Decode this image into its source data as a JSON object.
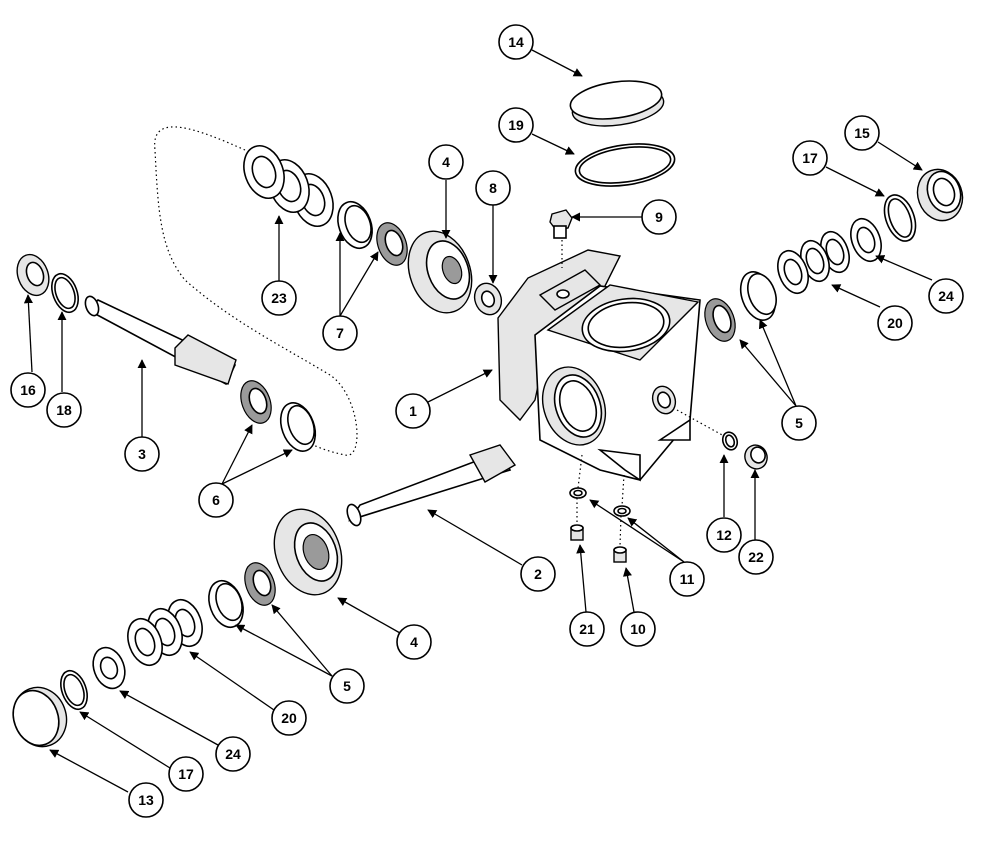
{
  "callouts": [
    {
      "id": "c14a",
      "label": "14"
    },
    {
      "id": "c19a",
      "label": "19"
    },
    {
      "id": "c15a",
      "label": "15"
    },
    {
      "id": "c17a",
      "label": "17"
    },
    {
      "id": "c9a",
      "label": "9"
    },
    {
      "id": "c4a",
      "label": "4"
    },
    {
      "id": "c8a",
      "label": "8"
    },
    {
      "id": "c23a",
      "label": "23"
    },
    {
      "id": "c7a",
      "label": "7"
    },
    {
      "id": "c24a",
      "label": "24"
    },
    {
      "id": "c20a",
      "label": "20"
    },
    {
      "id": "c16a",
      "label": "16"
    },
    {
      "id": "c18a",
      "label": "18"
    },
    {
      "id": "c3a",
      "label": "3"
    },
    {
      "id": "c1a",
      "label": "1"
    },
    {
      "id": "c5a",
      "label": "5"
    },
    {
      "id": "c6a",
      "label": "6"
    },
    {
      "id": "c12a",
      "label": "12"
    },
    {
      "id": "c22a",
      "label": "22"
    },
    {
      "id": "c2a",
      "label": "2"
    },
    {
      "id": "c11a",
      "label": "11"
    },
    {
      "id": "c4b",
      "label": "4"
    },
    {
      "id": "c21a",
      "label": "21"
    },
    {
      "id": "c10a",
      "label": "10"
    },
    {
      "id": "c5b",
      "label": "5"
    },
    {
      "id": "c20b",
      "label": "20"
    },
    {
      "id": "c24b",
      "label": "24"
    },
    {
      "id": "c17b",
      "label": "17"
    },
    {
      "id": "c13a",
      "label": "13"
    }
  ]
}
